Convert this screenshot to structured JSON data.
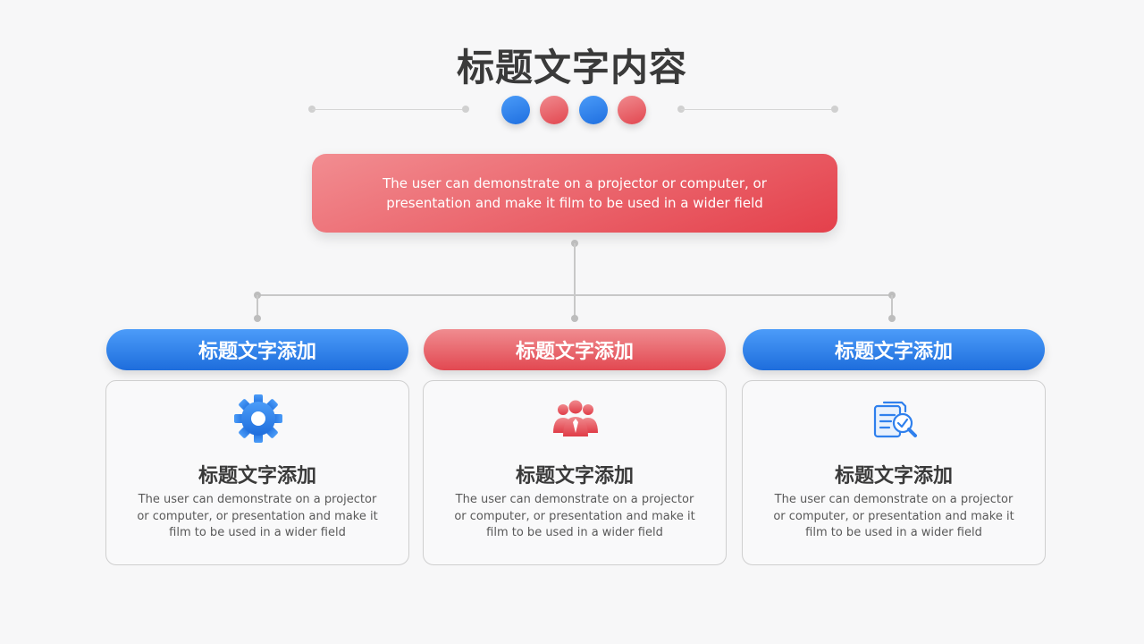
{
  "title": "标题文字内容",
  "top_box": {
    "text": "The user can demonstrate on a projector or computer, or presentation and make it film to be used in a wider field"
  },
  "colors": {
    "blue": "#2f80ed",
    "red": "#e8575e",
    "title": "#3a3a3a",
    "connector": "#c8c8c8"
  },
  "columns": [
    {
      "pill_label": "标题文字添加",
      "theme": "blue",
      "icon": "gear-icon",
      "card_title": "标题文字添加",
      "card_text": "The user can demonstrate on a projector or computer, or presentation and make it film to be used in a wider field"
    },
    {
      "pill_label": "标题文字添加",
      "theme": "red",
      "icon": "team-icon",
      "card_title": "标题文字添加",
      "card_text": "The user can demonstrate on a projector or computer, or presentation and make it film to be used in a wider field"
    },
    {
      "pill_label": "标题文字添加",
      "theme": "blue",
      "icon": "document-search-icon",
      "card_title": "标题文字添加",
      "card_text": "The user can demonstrate on a projector or computer, or presentation and make it film to be used in a wider field"
    }
  ]
}
